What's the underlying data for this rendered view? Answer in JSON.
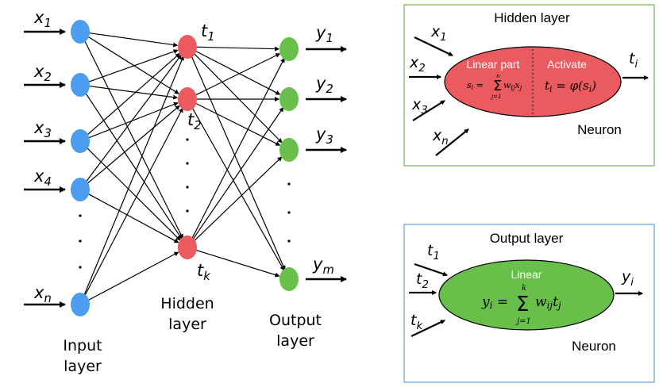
{
  "network": {
    "inputs": [
      "x1",
      "x2",
      "x3",
      "x4",
      "xn"
    ],
    "hidden": [
      "t1",
      "t2",
      "tk"
    ],
    "outputs": [
      "y1",
      "y2",
      "y3",
      "ym"
    ],
    "input_caption": [
      "Input",
      "layer"
    ],
    "hidden_caption": [
      "Hidden",
      "layer"
    ],
    "output_caption": [
      "Output",
      "layer"
    ],
    "colors": {
      "input": "#4a9df0",
      "hidden": "#ea5a5e",
      "output": "#68c04a"
    }
  },
  "hidden_panel": {
    "title": "Hidden layer",
    "inputs": [
      "x1",
      "x2",
      "x3",
      "xn"
    ],
    "linear_label": "Linear part",
    "activate_label": "Activate",
    "sum_formula": "s_i = Σ_{j=1}^{n} w_ij x_j",
    "activation_formula": "t_i = φ(s_i)",
    "output": "t_i",
    "caption": "Neuron",
    "colors": {
      "border": "#8cc66a",
      "fill": "#ea5a5e"
    }
  },
  "output_panel": {
    "title": "Output layer",
    "inputs": [
      "t1",
      "t2",
      "tk"
    ],
    "linear_label": "Linear",
    "formula": "y_i = Σ_{j=1}^{k} w_ij t_j",
    "output": "y_i",
    "caption": "Neuron",
    "colors": {
      "border": "#7fb4e0",
      "fill": "#68c04a"
    }
  }
}
